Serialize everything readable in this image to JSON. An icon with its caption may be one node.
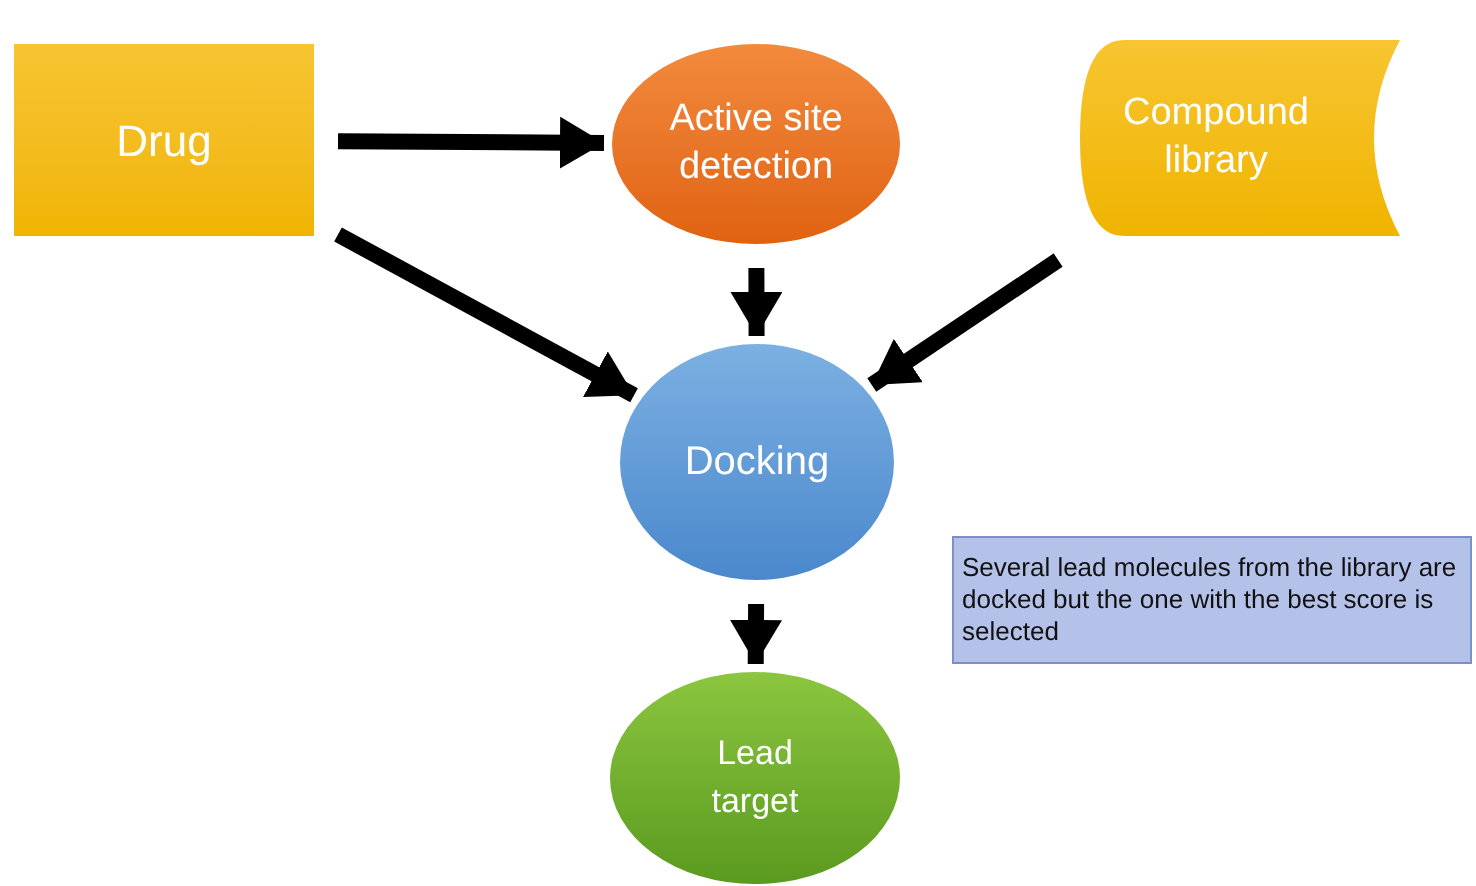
{
  "diagram": {
    "nodes": [
      {
        "text": [
          "Drug"
        ]
      },
      {
        "text": [
          "Active site detection"
        ]
      },
      {
        "text": [
          "Compound library"
        ]
      },
      {
        "text": [
          "Docking"
        ]
      },
      {
        "text": [
          "Several lead molecules from the library are docked but the one with the best score is selected"
        ]
      },
      {
        "text": [
          "Lead target"
        ]
      }
    ],
    "edges": [
      {
        "from": 0,
        "to": 1,
        "arrow": "to"
      },
      {
        "from": 0,
        "to": 3,
        "arrow": "to"
      },
      {
        "from": 1,
        "to": 3,
        "arrow": "to"
      },
      {
        "from": 2,
        "to": 3,
        "arrow": "to"
      },
      {
        "from": 3,
        "to": 5,
        "arrow": "to"
      }
    ]
  }
}
